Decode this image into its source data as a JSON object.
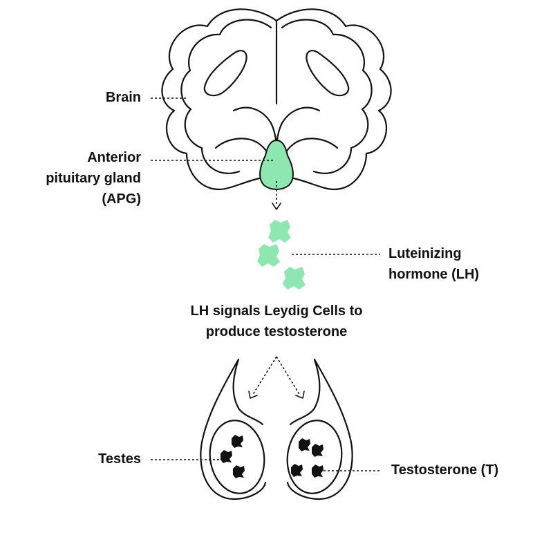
{
  "labels": {
    "brain": "Brain",
    "apg": [
      "Anterior",
      "pituitary gland",
      "(APG)"
    ],
    "lh": [
      "Luteinizing",
      "hormone (LH)"
    ],
    "signal": [
      "LH signals Leydig Cells to",
      "produce testosterone"
    ],
    "testes": "Testes",
    "testosterone": "Testosterone (T)"
  },
  "colors": {
    "ink": "#111111",
    "accent": "#8ee6b0",
    "background": "#ffffff"
  }
}
